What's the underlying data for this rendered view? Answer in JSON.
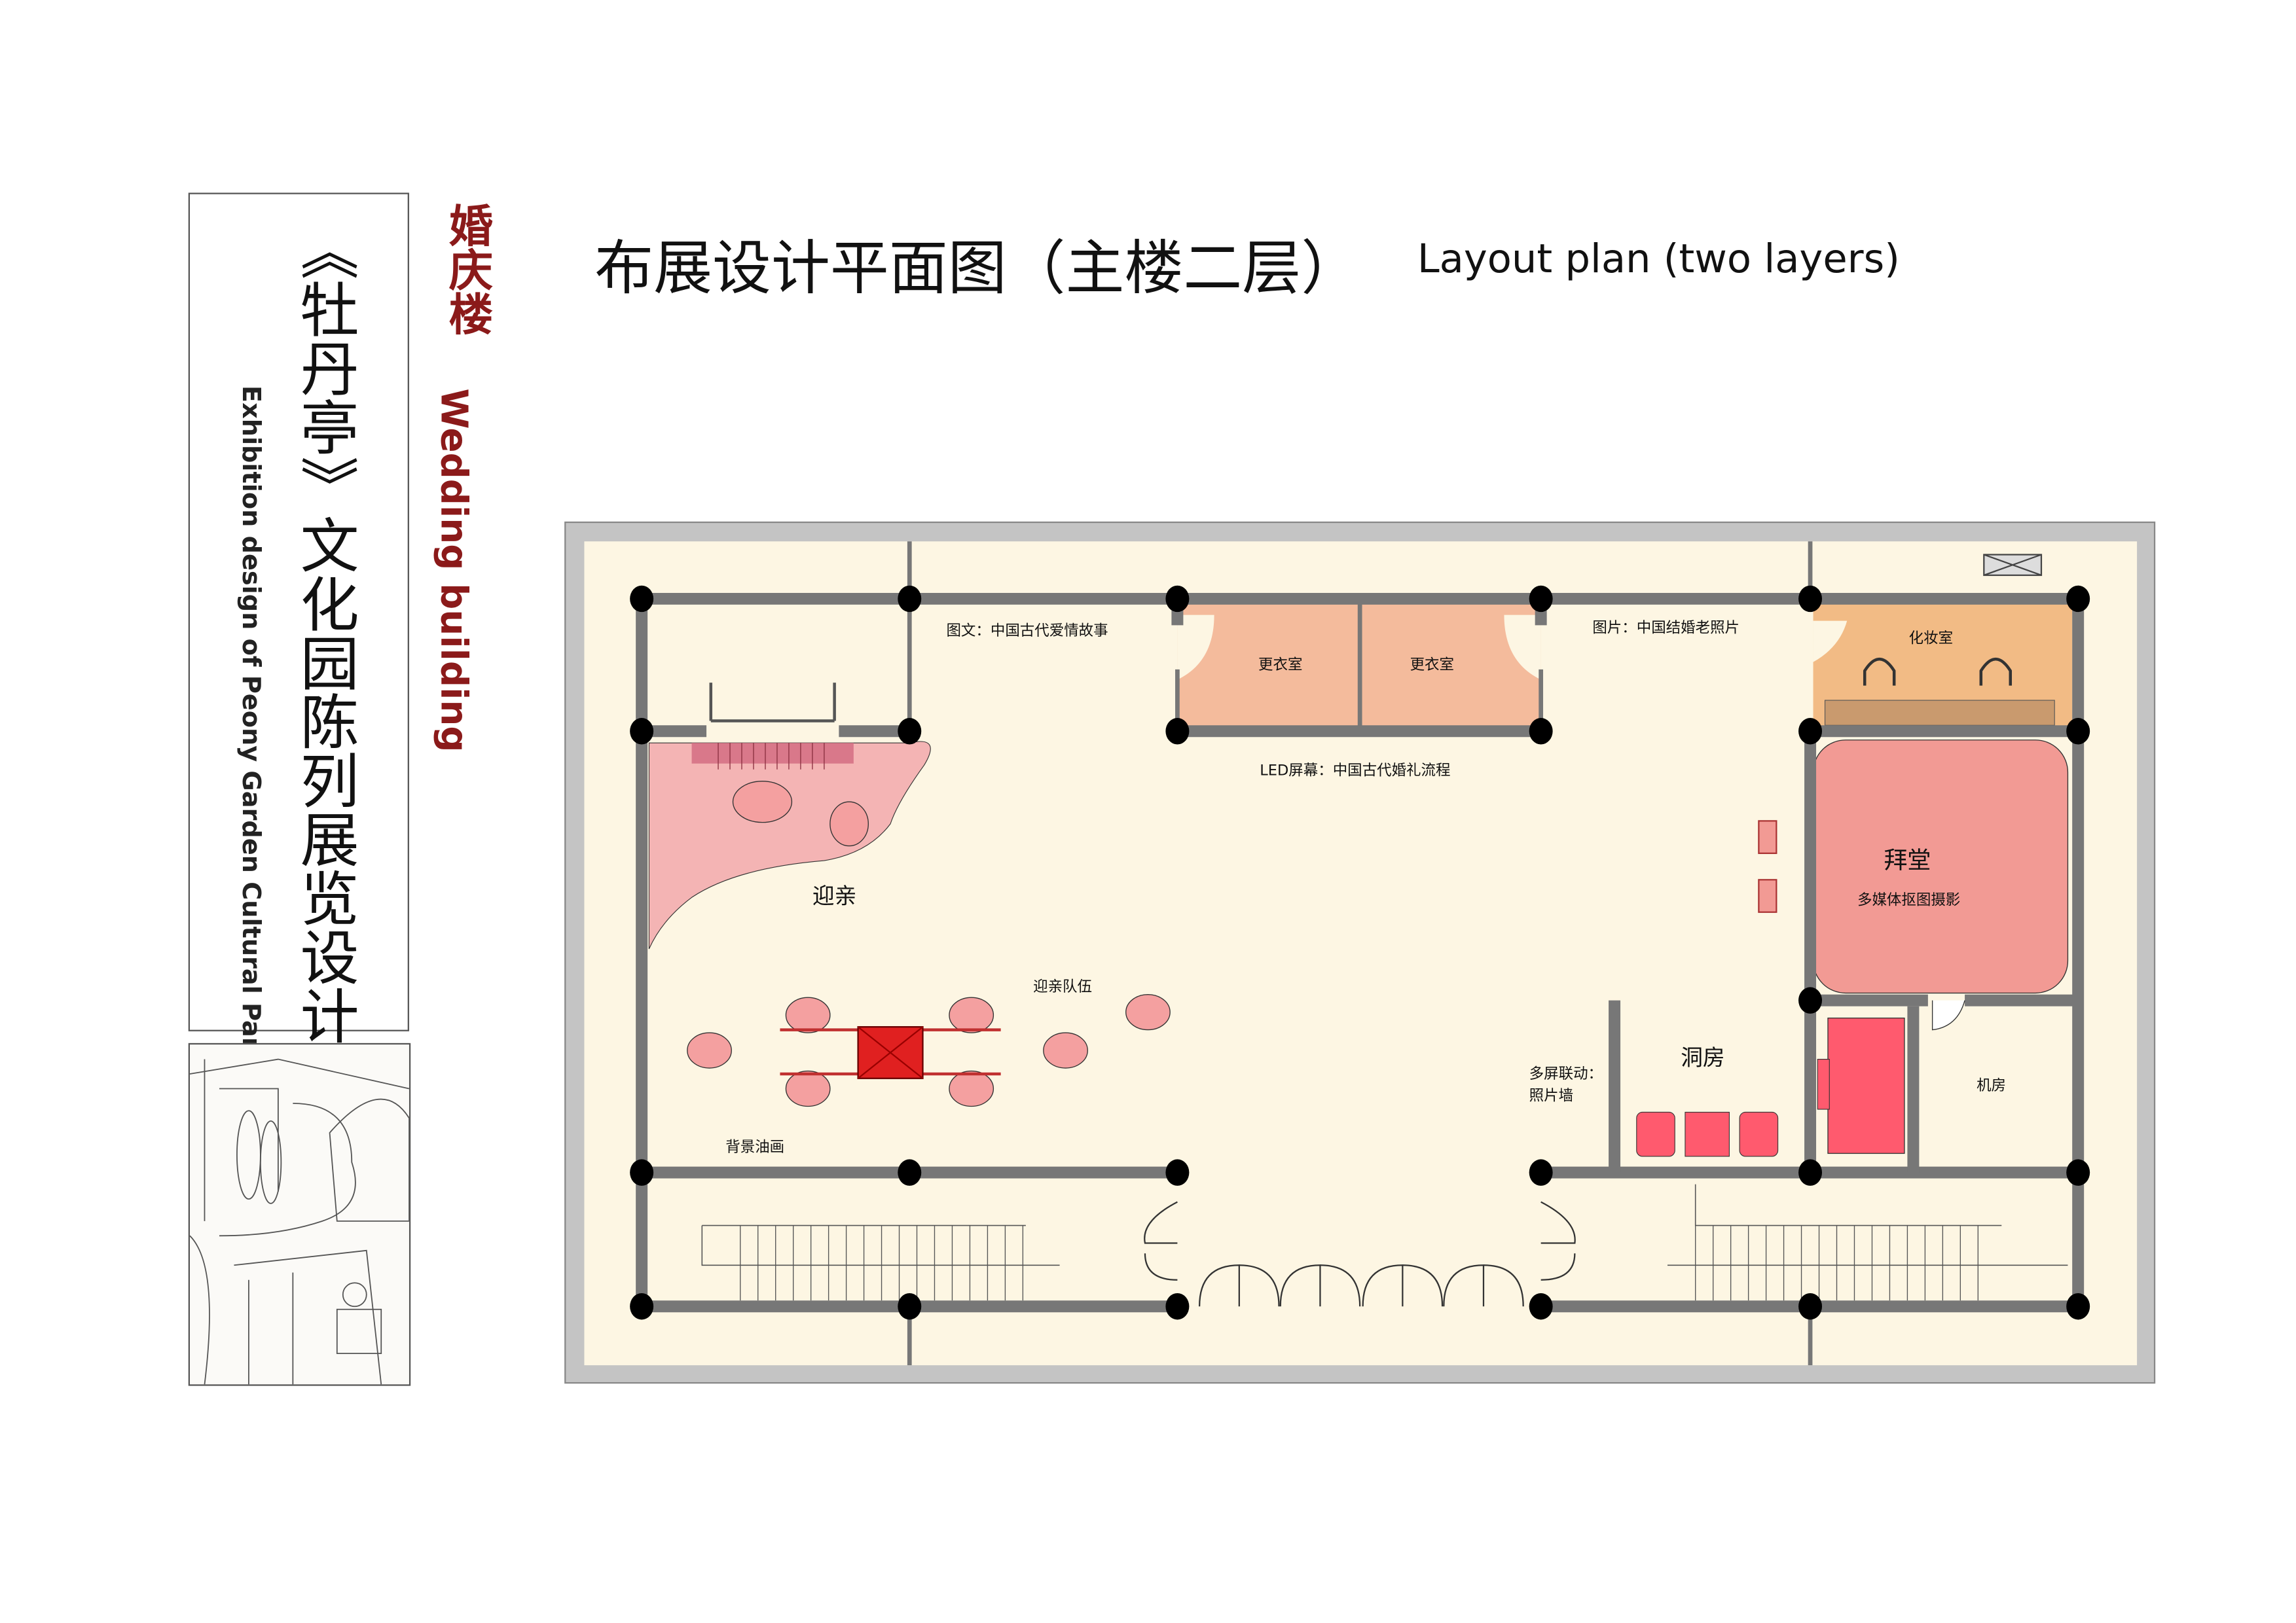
{
  "sidebar": {
    "series_title": "《牡丹亭》文化园陈列展览设计",
    "series_subtitle": "Exhibition design of Peony Garden Cultural Park",
    "building_cn": "婚庆楼",
    "building_en": "Wedding building"
  },
  "header": {
    "title_cn": "布展设计平面图（主楼二层）",
    "title_en": "Layout plan (two layers)"
  },
  "plan": {
    "labels": {
      "graphic_text": "图文：中国古代爱情故事",
      "dressing_room_1": "更衣室",
      "dressing_room_2": "更衣室",
      "photos": "图片：中国结婚老照片",
      "makeup_room": "化妆室",
      "led_screen": "LED屏幕：中国古代婚礼流程",
      "worship_hall": "拜堂",
      "worship_hall_sub": "多媒体抠图摄影",
      "welcome_bride": "迎亲",
      "procession": "迎亲队伍",
      "oil_painting": "背景油画",
      "multi_screen_1": "多屏联动：",
      "multi_screen_2": "照片墙",
      "bridal_chamber": "洞房",
      "machine_room": "机房"
    },
    "colors": {
      "floor": "#fdf6e3",
      "wall": "#777777",
      "dressing": "#f4bb9c",
      "makeup": "#f2bb85",
      "worship": "#f29a94",
      "welcome_area": "#f4b4b4",
      "furniture": "#ff5a6e",
      "carriage": "#e02020",
      "accent_text": "#8b1a1a"
    }
  }
}
